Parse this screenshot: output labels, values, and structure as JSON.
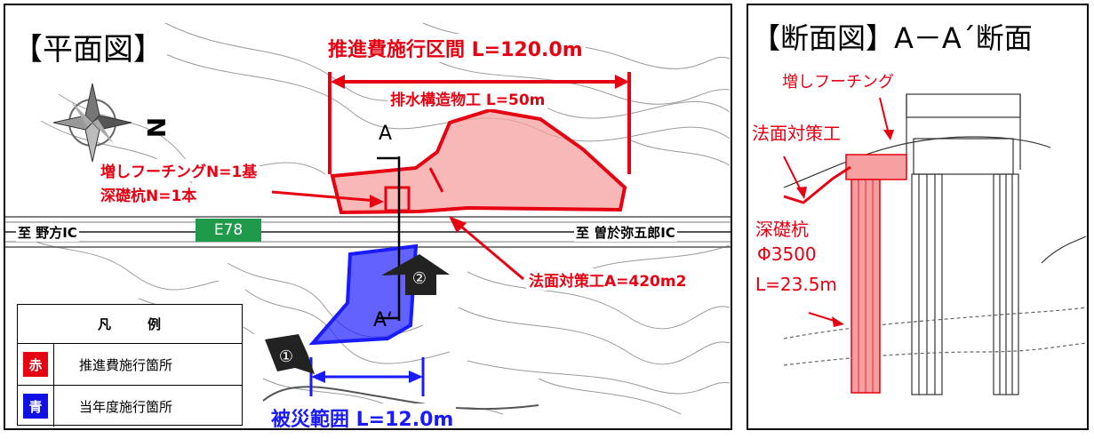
{
  "plan": {
    "title": "【平面図】",
    "north_label": "N",
    "header_red": "推進費施行区間 L=120.0m",
    "drainage_label": "排水構造物工 L=50m",
    "footing_label": "増しフーチングN=1基",
    "pile_label": "深礎杭N=1本",
    "section_a": "A",
    "section_a_prime": "A‘",
    "road_left": "至 野方IC",
    "road_right": "至 曽於弥五郎IC",
    "route_badge": "E78",
    "slope_label": "法面対策工A=420m2",
    "damage_label": "被災範囲 L=12.0m",
    "marker_1": "①",
    "marker_2": "②",
    "legend": {
      "title_left": "凡",
      "title_right": "例",
      "rows": [
        {
          "key": "赤",
          "text": "推進費施行箇所",
          "color": "#e60012"
        },
        {
          "key": "青",
          "text": "当年度施行箇所",
          "color": "#1010e6"
        }
      ]
    }
  },
  "section": {
    "title": "【断面図】A－A´断面",
    "footing_label": "増しフーチング",
    "slope_label": "法面対策工",
    "pile_label_1": "深礎杭",
    "pile_label_2": "Φ3500",
    "pile_label_3": "L=23.5m"
  },
  "colors": {
    "red": "#e60012",
    "blue": "#1a1aff",
    "green": "#1e9a4a"
  }
}
